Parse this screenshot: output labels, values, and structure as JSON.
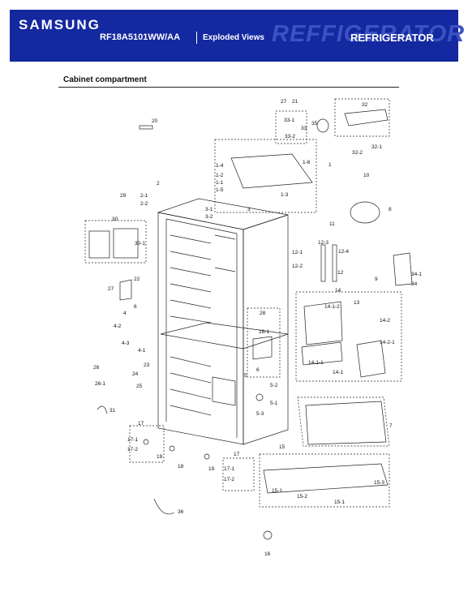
{
  "header": {
    "brand": "SAMSUNG",
    "model": "RF18A5101WW/AA",
    "view_type": "Exploded Views",
    "watermark": "REFFIGERATOR",
    "category": "REFRIGERATOR",
    "color": "#1428a0"
  },
  "section": {
    "title": "Cabinet compartment"
  },
  "callouts": [
    {
      "id": "c20",
      "text": "20"
    },
    {
      "id": "c27top",
      "text": "27"
    },
    {
      "id": "c21",
      "text": "21"
    },
    {
      "id": "c33-1",
      "text": "33-1"
    },
    {
      "id": "c33",
      "text": "33"
    },
    {
      "id": "c33-2",
      "text": "33-2"
    },
    {
      "id": "c35",
      "text": "35"
    },
    {
      "id": "c32",
      "text": "32"
    },
    {
      "id": "c32-1",
      "text": "32-1"
    },
    {
      "id": "c32-2",
      "text": "32-2"
    },
    {
      "id": "c1",
      "text": "1"
    },
    {
      "id": "c1-6",
      "text": "1-6"
    },
    {
      "id": "c1-4",
      "text": "1-4"
    },
    {
      "id": "c1-2",
      "text": "1-2"
    },
    {
      "id": "c1-1",
      "text": "1-1"
    },
    {
      "id": "c1-5",
      "text": "1-5"
    },
    {
      "id": "c1-3",
      "text": "1-3"
    },
    {
      "id": "c10",
      "text": "10"
    },
    {
      "id": "c8",
      "text": "8"
    },
    {
      "id": "c2",
      "text": "2"
    },
    {
      "id": "c2-1",
      "text": "2-1"
    },
    {
      "id": "c2-2",
      "text": "2-2"
    },
    {
      "id": "c29",
      "text": "29"
    },
    {
      "id": "c3-1",
      "text": "3-1"
    },
    {
      "id": "c3",
      "text": "3"
    },
    {
      "id": "c3-2",
      "text": "3-2"
    },
    {
      "id": "c11",
      "text": "11"
    },
    {
      "id": "c30",
      "text": "30"
    },
    {
      "id": "c30-1",
      "text": "30-1"
    },
    {
      "id": "c12-3",
      "text": "12-3"
    },
    {
      "id": "c12-4",
      "text": "12-4"
    },
    {
      "id": "c12-1",
      "text": "12-1"
    },
    {
      "id": "c12-2",
      "text": "12-2"
    },
    {
      "id": "c12",
      "text": "12"
    },
    {
      "id": "c34-1",
      "text": "34-1"
    },
    {
      "id": "c34",
      "text": "34"
    },
    {
      "id": "c22",
      "text": "22"
    },
    {
      "id": "c27",
      "text": "27"
    },
    {
      "id": "c9",
      "text": "9"
    },
    {
      "id": "c14",
      "text": "14"
    },
    {
      "id": "c13",
      "text": "13"
    },
    {
      "id": "c14-1-2",
      "text": "14-1-2"
    },
    {
      "id": "c14-2",
      "text": "14-2"
    },
    {
      "id": "c4",
      "text": "4"
    },
    {
      "id": "c6top",
      "text": "6"
    },
    {
      "id": "c4-2",
      "text": "4-2"
    },
    {
      "id": "c4-3",
      "text": "4-3"
    },
    {
      "id": "c4-1",
      "text": "4-1"
    },
    {
      "id": "c28",
      "text": "28"
    },
    {
      "id": "c28-1",
      "text": "28-1"
    },
    {
      "id": "c14-2-1",
      "text": "14-2-1"
    },
    {
      "id": "c14-1-1",
      "text": "14-1-1"
    },
    {
      "id": "c14-1",
      "text": "14-1"
    },
    {
      "id": "c23",
      "text": "23"
    },
    {
      "id": "c26",
      "text": "26"
    },
    {
      "id": "c24",
      "text": "24"
    },
    {
      "id": "c26-1",
      "text": "26-1"
    },
    {
      "id": "c25",
      "text": "25"
    },
    {
      "id": "c5",
      "text": "5"
    },
    {
      "id": "c6",
      "text": "6"
    },
    {
      "id": "c5-2",
      "text": "5-2"
    },
    {
      "id": "c5-1",
      "text": "5-1"
    },
    {
      "id": "c5-3",
      "text": "5-3"
    },
    {
      "id": "c31",
      "text": "31"
    },
    {
      "id": "c7",
      "text": "7"
    },
    {
      "id": "c17",
      "text": "17"
    },
    {
      "id": "c17-1",
      "text": "17-1"
    },
    {
      "id": "c17-2",
      "text": "17-2"
    },
    {
      "id": "c19a",
      "text": "19"
    },
    {
      "id": "c18",
      "text": "18"
    },
    {
      "id": "c19b",
      "text": "19"
    },
    {
      "id": "c17b",
      "text": "17"
    },
    {
      "id": "c17-1b",
      "text": "17-1"
    },
    {
      "id": "c17-2b",
      "text": "17-2"
    },
    {
      "id": "c15",
      "text": "15"
    },
    {
      "id": "c15-3",
      "text": "15-3"
    },
    {
      "id": "c15-1a",
      "text": "15-1"
    },
    {
      "id": "c15-2",
      "text": "15-2"
    },
    {
      "id": "c15-1b",
      "text": "15-1"
    },
    {
      "id": "c36",
      "text": "36"
    },
    {
      "id": "c16",
      "text": "16"
    }
  ]
}
